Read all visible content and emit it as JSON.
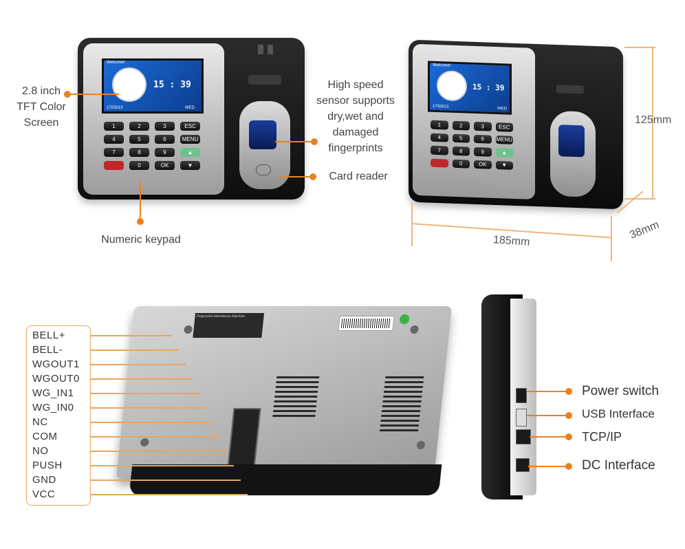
{
  "top_left": {
    "screen_label": [
      "2.8 inch",
      "TFT Color",
      "Screen"
    ],
    "fingerprint_label": [
      "High speed",
      "sensor supports",
      "dry,wet and",
      "damaged",
      "fingerprints"
    ],
    "card_reader_label": "Card reader",
    "keypad_label": "Numeric keypad",
    "screen_time": "15 : 39",
    "screen_date": "17/03/13",
    "screen_day": "WED",
    "screen_title": "Welcome!",
    "keys": [
      "1",
      "2",
      "3",
      "ESC",
      "4",
      "5",
      "6",
      "MENU",
      "7",
      "8",
      "9",
      "▲",
      "",
      "0",
      "OK",
      "▼"
    ]
  },
  "top_right": {
    "dimensions": {
      "height": "125mm",
      "width": "185mm",
      "depth": "38mm"
    },
    "screen_time": "15 : 39",
    "screen_title": "Welcome!",
    "screen_date": "17/03/13",
    "screen_day": "WED",
    "keys": [
      "1",
      "2",
      "3",
      "ESC",
      "4",
      "5",
      "6",
      "MENU",
      "7",
      "8",
      "9",
      "▲",
      "",
      "0",
      "OK",
      "▼"
    ]
  },
  "back_panel": {
    "pins": [
      "BELL+",
      "BELL-",
      "WGOUT1",
      "WGOUT0",
      "WG_IN1",
      "WG_IN0",
      "NC",
      "COM",
      "NO",
      "PUSH",
      "GND",
      "VCC"
    ],
    "sticker_title": "Fingerprint Attendance Machine"
  },
  "side_view": {
    "ports": [
      "Power switch",
      "USB Interface",
      "TCP/IP",
      "DC Interface"
    ]
  },
  "colors": {
    "accent": "#e8821e",
    "pin_line": "#e8a460",
    "text": "#444444"
  }
}
